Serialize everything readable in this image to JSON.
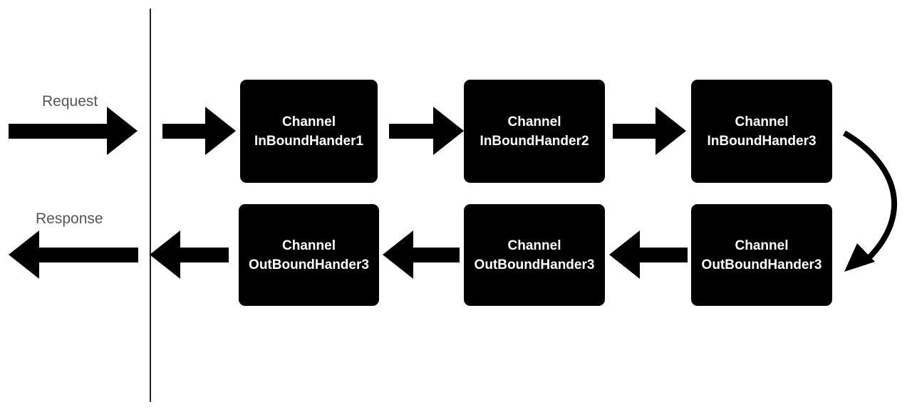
{
  "labels": {
    "request": "Request",
    "response": "Response"
  },
  "inbound": [
    {
      "line1": "Channel",
      "line2": "InBoundHander1"
    },
    {
      "line1": "Channel",
      "line2": "InBoundHander2"
    },
    {
      "line1": "Channel",
      "line2": "InBoundHander3"
    }
  ],
  "outbound": [
    {
      "line1": "Channel",
      "line2": "OutBoundHander3"
    },
    {
      "line1": "Channel",
      "line2": "OutBoundHander3"
    },
    {
      "line1": "Channel",
      "line2": "OutBoundHander3"
    }
  ],
  "colors": {
    "node_fill": "#000000",
    "node_text": "#ffffff",
    "arrow": "#000000",
    "label_text": "#555555",
    "divider": "#222222"
  }
}
